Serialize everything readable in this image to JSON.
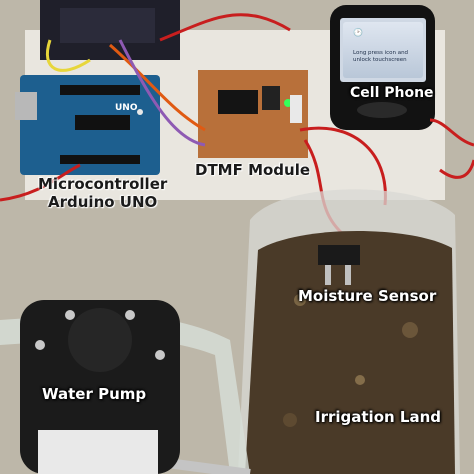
{
  "labels": {
    "microcontroller_line1": "Microcontroller",
    "microcontroller_line2": "Arduino UNO",
    "dtmf": "DTMF Module",
    "cell_phone": "Cell Phone",
    "moisture_sensor": "Moisture Sensor",
    "water_pump": "Water Pump",
    "irrigation_land": "Irrigation Land"
  },
  "phone_screen": {
    "message_line1": "Long press icon and",
    "message_line2": "unlock touchscreen"
  },
  "arduino_logo": "UNO",
  "colors": {
    "arduino_board": "#1d5f8f",
    "dtmf_board": "#b8703a",
    "soil": "#4a3a28",
    "pump_body": "#1b1b1b",
    "wire_red": "#c81e1e",
    "label_text": "#ffffff"
  }
}
